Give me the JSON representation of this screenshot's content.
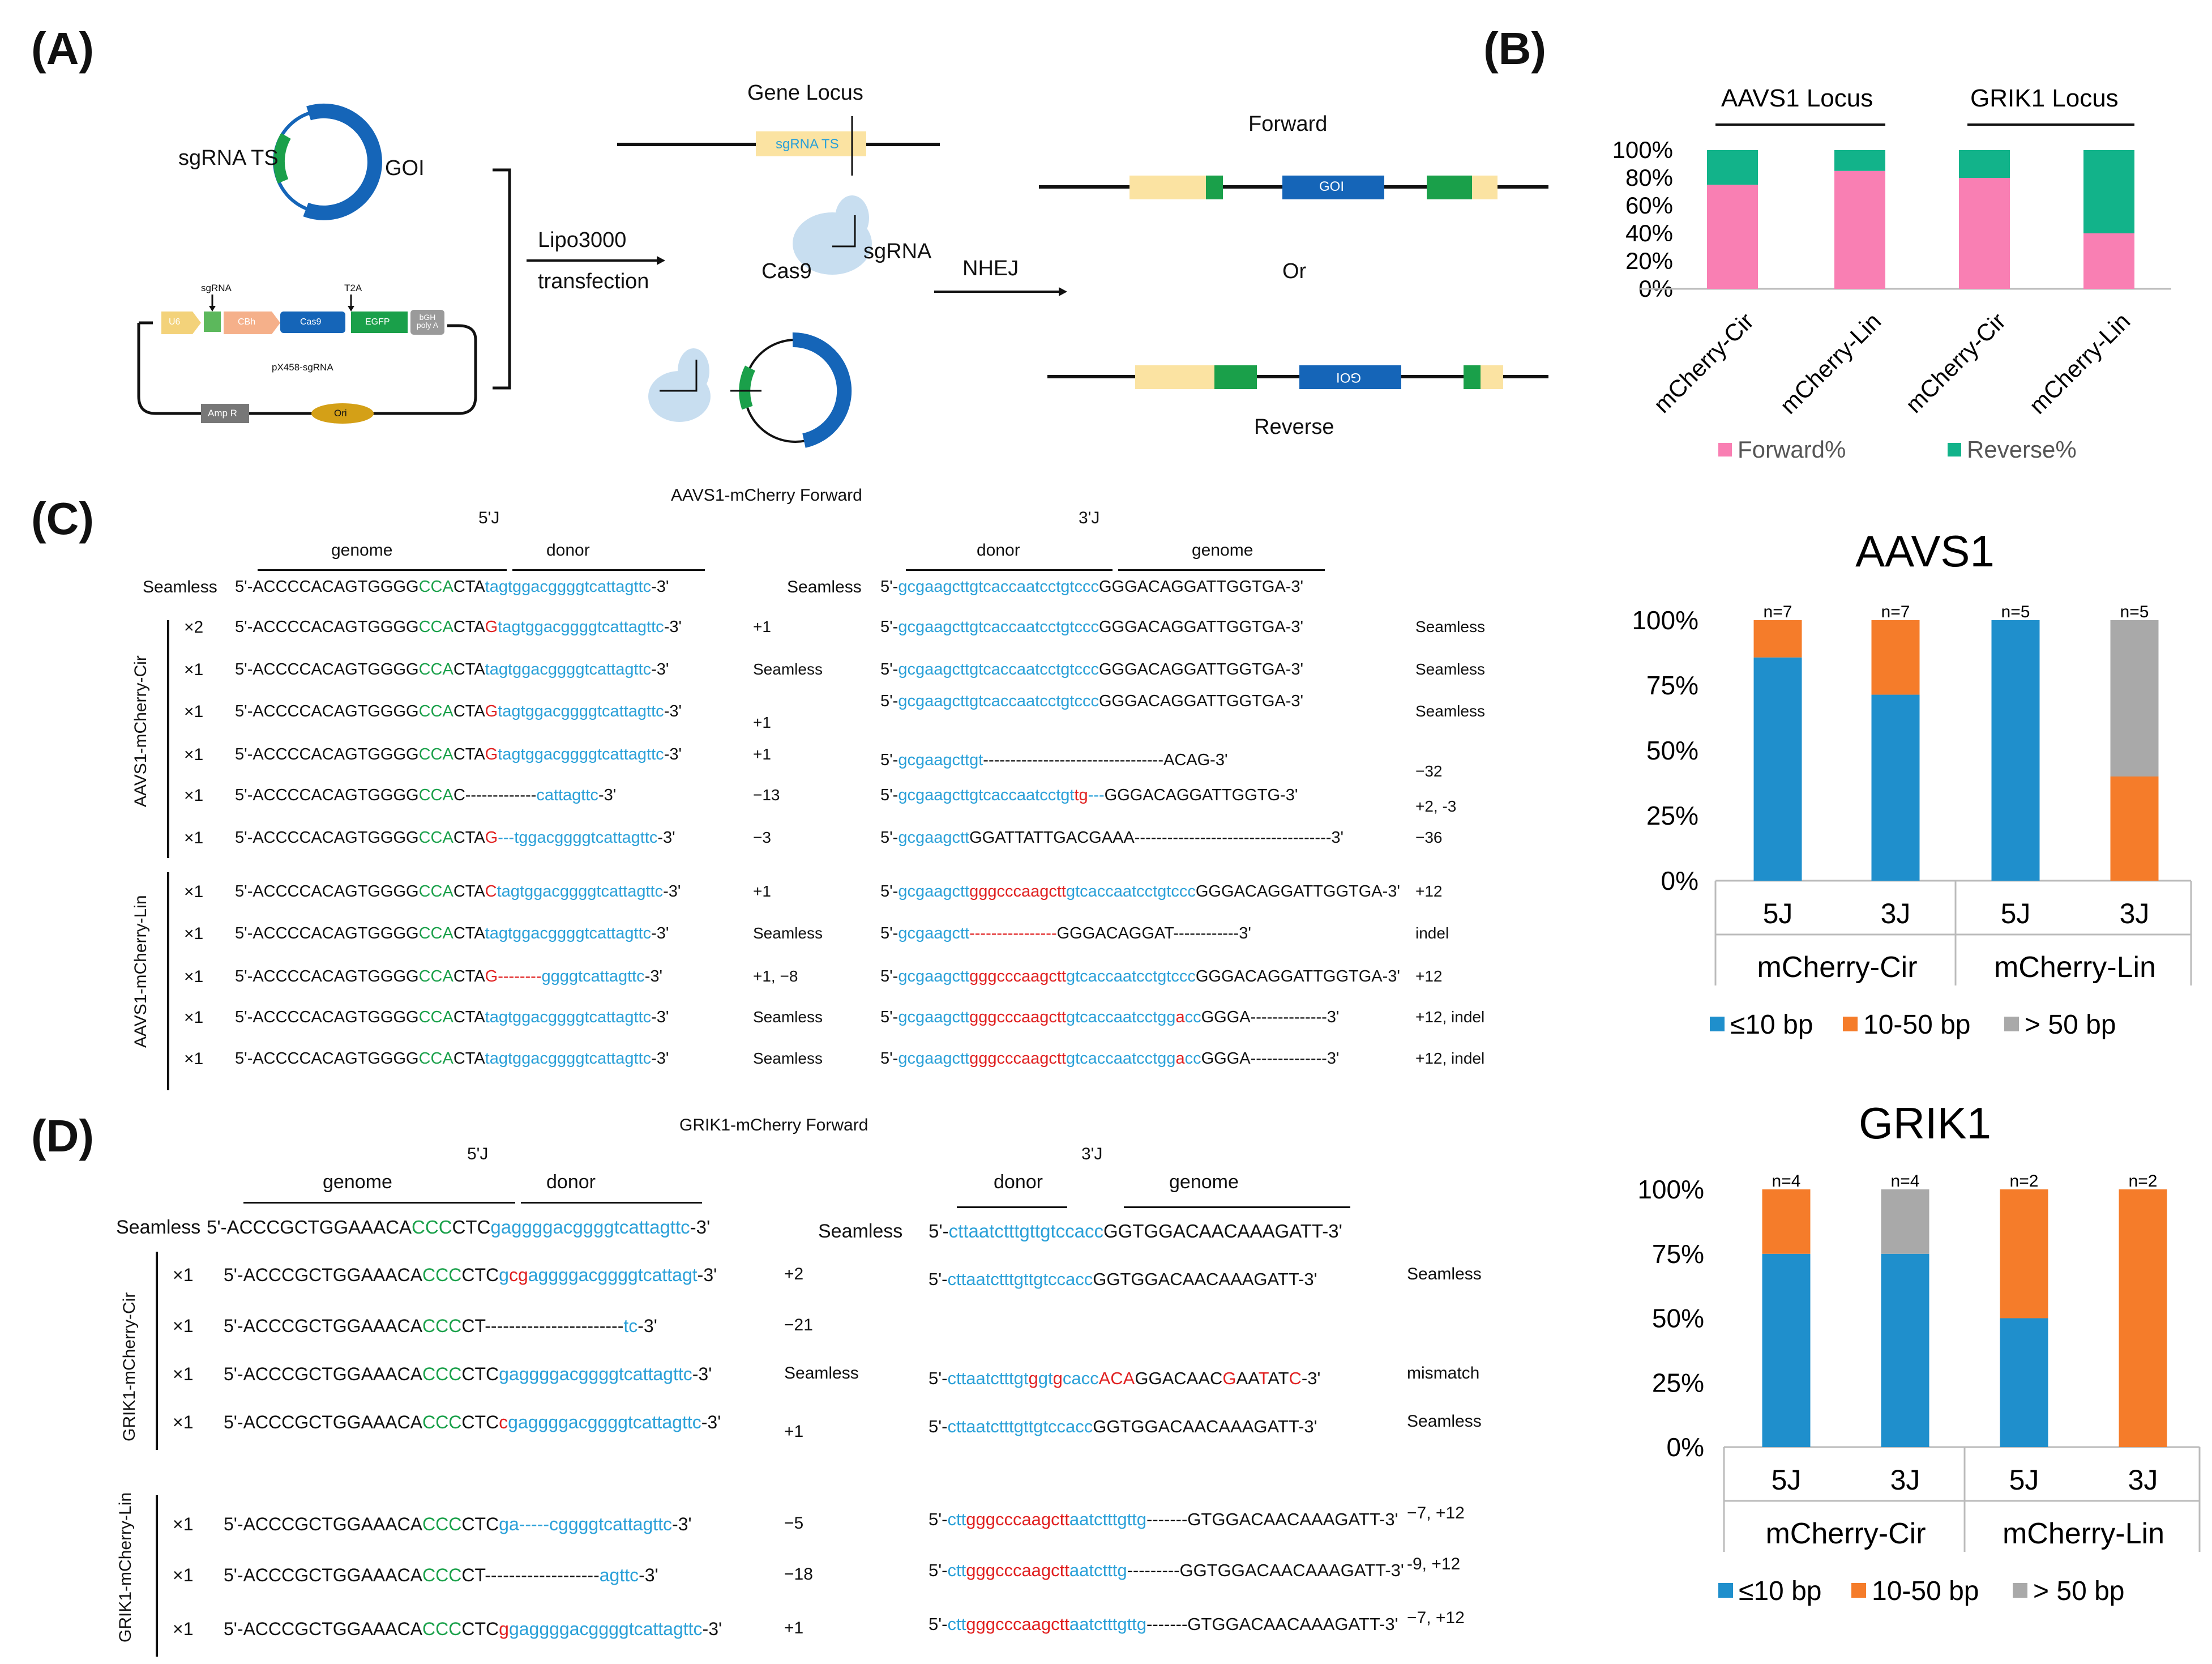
{
  "panels": {
    "A": "(A)",
    "B": "(B)",
    "C": "(C)",
    "D": "(D)"
  },
  "panelA": {
    "plasmid1_sgrna": "sgRNA TS",
    "plasmid1_goi": "GOI",
    "px_sgrna": "sgRNA",
    "px_t2a": "T2A",
    "px_u6": "U6",
    "px_cbh": "CBh",
    "px_cas9": "Cas9",
    "px_egfp": "EGFP",
    "px_bgh": "bGH poly A",
    "px_name": "pX458-sgRNA",
    "px_ampr": "Amp R",
    "px_ori": "Ori",
    "lipo": "Lipo3000",
    "transfection": "transfection",
    "gene_locus": "Gene Locus",
    "sgrna_ts_box": "sgRNA TS",
    "cas9": "Cas9",
    "sgrna": "sgRNA",
    "nhej": "NHEJ",
    "forward": "Forward",
    "or": "Or",
    "reverse": "Reverse",
    "goi_box": "GOI"
  },
  "colors": {
    "forward": "#f97fb3",
    "reverse": "#12b38a",
    "le10": "#1f8fcc",
    "b10_50": "#f57c2a",
    "gt50": "#a9a9a9",
    "seq_green": "#1aa04a",
    "seq_cyan": "#2aa0d8",
    "seq_red": "#e02020"
  },
  "chart_data": [
    {
      "type": "bar",
      "stacked": true,
      "title": "",
      "groups": [
        "AAVS1 Locus",
        "GRIK1 Locus"
      ],
      "categories": [
        "mCherry-Cir",
        "mCherry-Lin",
        "mCherry-Cir",
        "mCherry-Lin"
      ],
      "series": [
        {
          "name": "Forward%",
          "values": [
            75,
            85,
            80,
            40
          ]
        },
        {
          "name": "Reverse%",
          "values": [
            25,
            15,
            20,
            60
          ]
        }
      ],
      "yticks": [
        "100%",
        "80%",
        "60%",
        "40%",
        "20%",
        "0%"
      ],
      "ylim": [
        0,
        100
      ],
      "legend": "bottom"
    },
    {
      "type": "bar",
      "stacked": true,
      "title": "AAVS1",
      "categories": [
        "5J",
        "3J",
        "5J",
        "3J"
      ],
      "groups": [
        "mCherry-Cir",
        "mCherry-Lin"
      ],
      "n_labels": [
        "n=7",
        "n=7",
        "n=5",
        "n=5"
      ],
      "series": [
        {
          "name": "≤10 bp",
          "values": [
            85.7,
            71.4,
            100,
            0
          ]
        },
        {
          "name": "10-50 bp",
          "values": [
            14.3,
            28.6,
            0,
            40
          ]
        },
        {
          "name": "> 50 bp",
          "values": [
            0,
            0,
            0,
            60
          ]
        }
      ],
      "yticks": [
        "100%",
        "75%",
        "50%",
        "25%",
        "0%"
      ],
      "ylim": [
        0,
        100
      ],
      "legend": "bottom"
    },
    {
      "type": "bar",
      "stacked": true,
      "title": "GRIK1",
      "categories": [
        "5J",
        "3J",
        "5J",
        "3J"
      ],
      "groups": [
        "mCherry-Cir",
        "mCherry-Lin"
      ],
      "n_labels": [
        "n=4",
        "n=4",
        "n=2",
        "n=2"
      ],
      "series": [
        {
          "name": "≤10 bp",
          "values": [
            75,
            75,
            50,
            0
          ]
        },
        {
          "name": "10-50 bp",
          "values": [
            25,
            0,
            50,
            100
          ]
        },
        {
          "name": "> 50 bp",
          "values": [
            0,
            25,
            0,
            0
          ]
        }
      ],
      "yticks": [
        "100%",
        "75%",
        "50%",
        "25%",
        "0%"
      ],
      "ylim": [
        0,
        100
      ],
      "legend": "bottom"
    }
  ],
  "panelC": {
    "title": "AAVS1-mCherry Forward",
    "j5": "5'J",
    "j3": "3'J",
    "genome": "genome",
    "donor": "donor",
    "seamless": "Seamless",
    "group1": "AAVS1-mCherry-Cir",
    "group2": "AAVS1-mCherry-Lin",
    "ref_left": [
      [
        "k",
        "5'-ACCCCACAGTGGGG"
      ],
      [
        "g",
        "CCA"
      ],
      [
        "k",
        "CTA"
      ],
      [
        "c",
        "tagtggacggggtcattagttc"
      ],
      [
        "k",
        "-3'"
      ]
    ],
    "ref_right": [
      [
        "k",
        "5'-"
      ],
      [
        "c",
        "gcgaagcttgtcaccaatcctgtccc"
      ],
      [
        "k",
        "GGGACAGGATTGGTGA-3'"
      ]
    ],
    "rows": [
      {
        "count": "×2",
        "left": [
          [
            "k",
            "5'-ACCCCACAGTGGGG"
          ],
          [
            "g",
            "CCA"
          ],
          [
            "k",
            "CTA"
          ],
          [
            "r",
            "G"
          ],
          [
            "c",
            "tagtggacggggtcattagttc"
          ],
          [
            "k",
            "-3'"
          ]
        ],
        "lnote": "+1",
        "right": [
          [
            "k",
            "5'-"
          ],
          [
            "c",
            "gcgaagcttgtcaccaatcctgtccc"
          ],
          [
            "k",
            "GGGACAGGATTGGTGA-3'"
          ]
        ],
        "rnote": "Seamless"
      },
      {
        "count": "×1",
        "left": [
          [
            "k",
            "5'-ACCCCACAGTGGGG"
          ],
          [
            "g",
            "CCA"
          ],
          [
            "k",
            "CTA"
          ],
          [
            "c",
            "tagtggacggggtcattagttc"
          ],
          [
            "k",
            "-3'"
          ]
        ],
        "lnote": "Seamless",
        "right": [
          [
            "k",
            "5'-"
          ],
          [
            "c",
            "gcgaagcttgtcaccaatcctgtccc"
          ],
          [
            "k",
            "GGGACAGGATTGGTGA-3'"
          ]
        ],
        "rnote": "Seamless"
      },
      {
        "count": "×1",
        "left": [
          [
            "k",
            "5'-ACCCCACAGTGGGG"
          ],
          [
            "g",
            "CCA"
          ],
          [
            "k",
            "CTA"
          ],
          [
            "r",
            "G"
          ],
          [
            "c",
            "tagtggacggggtcattagttc"
          ],
          [
            "k",
            "-3'"
          ]
        ],
        "lnote": "+1",
        "right": [
          [
            "k",
            "5'-"
          ],
          [
            "c",
            "gcgaagcttgtcaccaatcctgtccc"
          ],
          [
            "k",
            "GGGACAGGATTGGTGA-3'"
          ]
        ],
        "rnote": "Seamless"
      },
      {
        "count": "×1",
        "left": [
          [
            "k",
            "5'-ACCCCACAGTGGGG"
          ],
          [
            "g",
            "CCA"
          ],
          [
            "k",
            "CTA"
          ],
          [
            "r",
            "G"
          ],
          [
            "c",
            "tagtggacggggtcattagttc"
          ],
          [
            "k",
            "-3'"
          ]
        ],
        "lnote": "+1",
        "right": [
          [
            "k",
            "5'-"
          ],
          [
            "c",
            "gcgaagcttgt"
          ],
          [
            "k",
            "---------------------------------ACAG-3'"
          ]
        ],
        "rnote": "−32"
      },
      {
        "count": "×1",
        "left": [
          [
            "k",
            "5'-ACCCCACAGTGGGG"
          ],
          [
            "g",
            "CCA"
          ],
          [
            "k",
            "C-------------"
          ],
          [
            "c",
            "cattagttc"
          ],
          [
            "k",
            "-3'"
          ]
        ],
        "lnote": "−13",
        "right": [
          [
            "k",
            "5'-"
          ],
          [
            "c",
            "gcgaagcttgtcaccaatcctgt"
          ],
          [
            "r",
            "tg"
          ],
          [
            "c",
            "---"
          ],
          [
            "k",
            "GGGACAGGATTGGTG-3'"
          ]
        ],
        "rnote": "+2, -3"
      },
      {
        "count": "×1",
        "left": [
          [
            "k",
            "5'-ACCCCACAGTGGGG"
          ],
          [
            "g",
            "CCA"
          ],
          [
            "k",
            "CTA"
          ],
          [
            "r",
            "G"
          ],
          [
            "c",
            "---tggacggggtcattagttc"
          ],
          [
            "k",
            "-3'"
          ]
        ],
        "lnote": "−3",
        "right": [
          [
            "k",
            "5'-"
          ],
          [
            "c",
            "gcgaagctt"
          ],
          [
            "k",
            "GGATTATTGACGAAA------------------------------------3'"
          ]
        ],
        "rnote": "−36"
      },
      {
        "count": "×1",
        "left": [
          [
            "k",
            "5'-ACCCCACAGTGGGG"
          ],
          [
            "g",
            "CCA"
          ],
          [
            "k",
            "CTA"
          ],
          [
            "r",
            "C"
          ],
          [
            "c",
            "tagtggacggggtcattagttc"
          ],
          [
            "k",
            "-3'"
          ]
        ],
        "lnote": "+1",
        "right": [
          [
            "k",
            "5'-"
          ],
          [
            "c",
            "gcgaagctt"
          ],
          [
            "r",
            "gggcccaagctt"
          ],
          [
            "c",
            "gtcaccaatcctgtccc"
          ],
          [
            "k",
            "GGGACAGGATTGGTGA-3'"
          ]
        ],
        "rnote": "+12"
      },
      {
        "count": "×1",
        "left": [
          [
            "k",
            "5'-ACCCCACAGTGGGG"
          ],
          [
            "g",
            "CCA"
          ],
          [
            "k",
            "CTA"
          ],
          [
            "c",
            "tagtggacggggtcattagttc"
          ],
          [
            "k",
            "-3'"
          ]
        ],
        "lnote": "Seamless",
        "right": [
          [
            "k",
            "5'-"
          ],
          [
            "c",
            "gcgaagctt"
          ],
          [
            "r",
            "----------------"
          ],
          [
            "k",
            "GGGACAGGAT------------3'"
          ]
        ],
        "rnote": "indel"
      },
      {
        "count": "×1",
        "left": [
          [
            "k",
            "5'-ACCCCACAGTGGGG"
          ],
          [
            "g",
            "CCA"
          ],
          [
            "k",
            "CTA"
          ],
          [
            "r",
            "G--------"
          ],
          [
            "c",
            "ggggtcattagttc"
          ],
          [
            "k",
            "-3'"
          ]
        ],
        "lnote": "+1, −8",
        "right": [
          [
            "k",
            "5'-"
          ],
          [
            "c",
            "gcgaagctt"
          ],
          [
            "r",
            "gggcccaagctt"
          ],
          [
            "c",
            "gtcaccaatcctgtccc"
          ],
          [
            "k",
            "GGGACAGGATTGGTGA-3'"
          ]
        ],
        "rnote": "+12"
      },
      {
        "count": "×1",
        "left": [
          [
            "k",
            "5'-ACCCCACAGTGGGG"
          ],
          [
            "g",
            "CCA"
          ],
          [
            "k",
            "CTA"
          ],
          [
            "c",
            "tagtggacggggtcattagttc"
          ],
          [
            "k",
            "-3'"
          ]
        ],
        "lnote": "Seamless",
        "right": [
          [
            "k",
            "5'-"
          ],
          [
            "c",
            "gcgaagctt"
          ],
          [
            "r",
            "gggcccaagctt"
          ],
          [
            "c",
            "gtcaccaatcctgg"
          ],
          [
            "r",
            "a"
          ],
          [
            "c",
            "cc"
          ],
          [
            "k",
            "GGGA--------------3'"
          ]
        ],
        "rnote": "+12, indel"
      },
      {
        "count": "×1",
        "left": [
          [
            "k",
            "5'-ACCCCACAGTGGGG"
          ],
          [
            "g",
            "CCA"
          ],
          [
            "k",
            "CTA"
          ],
          [
            "c",
            "tagtggacggggtcattagttc"
          ],
          [
            "k",
            "-3'"
          ]
        ],
        "lnote": "Seamless",
        "right": [
          [
            "k",
            "5'-"
          ],
          [
            "c",
            "gcgaagctt"
          ],
          [
            "r",
            "gggcccaagctt"
          ],
          [
            "c",
            "gtcaccaatcctgg"
          ],
          [
            "r",
            "a"
          ],
          [
            "c",
            "cc"
          ],
          [
            "k",
            "GGGA--------------3'"
          ]
        ],
        "rnote": "+12, indel"
      }
    ]
  },
  "panelD": {
    "title": "GRIK1-mCherry Forward",
    "j5": "5'J",
    "j3": "3'J",
    "genome": "genome",
    "donor": "donor",
    "seamless": "Seamless",
    "group1": "GRIK1-mCherry-Cir",
    "group2": "GRIK1-mCherry-Lin",
    "ref_left": [
      [
        "k",
        "5'-ACCCGCTGGAAACA"
      ],
      [
        "g",
        "CCC"
      ],
      [
        "k",
        "CTC"
      ],
      [
        "c",
        "gaggggacggggtcattagttc"
      ],
      [
        "k",
        "-3'"
      ]
    ],
    "ref_right": [
      [
        "k",
        "5'-"
      ],
      [
        "c",
        "cttaatctttgttgtccacc"
      ],
      [
        "k",
        "GGTGGACAACAAAGATT-3'"
      ]
    ],
    "rows": [
      {
        "count": "×1",
        "left": [
          [
            "k",
            "5'-ACCCGCTGGAAACA"
          ],
          [
            "g",
            "CCC"
          ],
          [
            "k",
            "CTC"
          ],
          [
            "c",
            "g"
          ],
          [
            "r",
            "cg"
          ],
          [
            "c",
            "aggggacggggtcattagt"
          ],
          [
            "k",
            "-3'"
          ]
        ],
        "lnote": "+2",
        "right": [
          [
            "k",
            "5'-"
          ],
          [
            "c",
            "cttaatctttgttgtccacc"
          ],
          [
            "k",
            "GGTGGACAACAAAGATT-3'"
          ]
        ],
        "rnote": "Seamless"
      },
      {
        "count": "×1",
        "left": [
          [
            "k",
            "5'-ACCCGCTGGAAACA"
          ],
          [
            "g",
            "CCC"
          ],
          [
            "k",
            "CT-----------------------"
          ],
          [
            "c",
            "tc"
          ],
          [
            "k",
            "-3'"
          ]
        ],
        "lnote": "−21",
        "right": [],
        "rnote": ""
      },
      {
        "count": "×1",
        "left": [
          [
            "k",
            "5'-ACCCGCTGGAAACA"
          ],
          [
            "g",
            "CCC"
          ],
          [
            "k",
            "CTC"
          ],
          [
            "c",
            "gaggggacggggtcattagttc"
          ],
          [
            "k",
            "-3'"
          ]
        ],
        "lnote": "Seamless",
        "right": [
          [
            "k",
            "5'-"
          ],
          [
            "c",
            "cttaatctttgt"
          ],
          [
            "r",
            "g"
          ],
          [
            "c",
            "gt"
          ],
          [
            "r",
            "g"
          ],
          [
            "c",
            "cacc"
          ],
          [
            "r",
            "ACA"
          ],
          [
            "k",
            "GGACAAC"
          ],
          [
            "r",
            "G"
          ],
          [
            "k",
            "AA"
          ],
          [
            "r",
            "T"
          ],
          [
            "k",
            "AT"
          ],
          [
            "r",
            "C"
          ],
          [
            "k",
            "-3'"
          ]
        ],
        "rnote": "mismatch"
      },
      {
        "count": "×1",
        "left": [
          [
            "k",
            "5'-ACCCGCTGGAAACA"
          ],
          [
            "g",
            "CCC"
          ],
          [
            "k",
            "CTC"
          ],
          [
            "r",
            "c"
          ],
          [
            "c",
            "gaggggacggggtcattagttc"
          ],
          [
            "k",
            "-3'"
          ]
        ],
        "lnote": "+1",
        "right": [
          [
            "k",
            "5'-"
          ],
          [
            "c",
            "cttaatctttgttgtccacc"
          ],
          [
            "k",
            "GGTGGACAACAAAGATT-3'"
          ]
        ],
        "rnote": "Seamless"
      },
      {
        "count": "×1",
        "left": [
          [
            "k",
            "5'-ACCCGCTGGAAACA"
          ],
          [
            "g",
            "CCC"
          ],
          [
            "k",
            "CTC"
          ],
          [
            "c",
            "ga-----cggggtcattagttc"
          ],
          [
            "k",
            "-3'"
          ]
        ],
        "lnote": "−5",
        "right": [
          [
            "k",
            "5'-"
          ],
          [
            "c",
            "ctt"
          ],
          [
            "r",
            "gggcccaagctt"
          ],
          [
            "c",
            "aatctttgttg"
          ],
          [
            "k",
            "-------GTGGACAACAAAGATT-3'"
          ]
        ],
        "rnote": "−7, +12"
      },
      {
        "count": "×1",
        "left": [
          [
            "k",
            "5'-ACCCGCTGGAAACA"
          ],
          [
            "g",
            "CCC"
          ],
          [
            "k",
            "CT-------------------"
          ],
          [
            "c",
            "agttc"
          ],
          [
            "k",
            "-3'"
          ]
        ],
        "lnote": "−18",
        "right": [
          [
            "k",
            "5'-"
          ],
          [
            "c",
            "ctt"
          ],
          [
            "r",
            "gggcccaagctt"
          ],
          [
            "c",
            "aatctttg"
          ],
          [
            "k",
            "---------GGTGGACAACAAAGATT-3'"
          ]
        ],
        "rnote": "-9, +12"
      },
      {
        "count": "×1",
        "left": [
          [
            "k",
            "5'-ACCCGCTGGAAACA"
          ],
          [
            "g",
            "CCC"
          ],
          [
            "k",
            "CTC"
          ],
          [
            "r",
            "g"
          ],
          [
            "c",
            "gaggggacggggtcattagttc"
          ],
          [
            "k",
            "-3'"
          ]
        ],
        "lnote": "+1",
        "right": [
          [
            "k",
            "5'-"
          ],
          [
            "c",
            "ctt"
          ],
          [
            "r",
            "gggcccaagctt"
          ],
          [
            "c",
            "aatctttgttg"
          ],
          [
            "k",
            "-------GTGGACAACAAAGATT-3'"
          ]
        ],
        "rnote": "−7, +12"
      }
    ]
  }
}
